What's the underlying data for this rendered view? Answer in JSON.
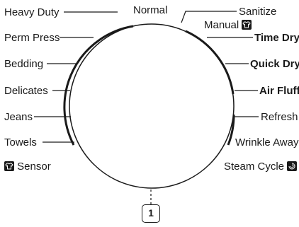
{
  "dial": {
    "center": "Normal",
    "left": [
      "Heavy Duty",
      "Perm Press",
      "Bedding",
      "Delicates",
      "Jeans",
      "Towels"
    ],
    "sensor_label": "Sensor",
    "right_top": "Sanitize",
    "manual_label": "Manual",
    "manual_options": [
      "Time Dry",
      "Quick Dry",
      "Air Fluff"
    ],
    "right_bottom": [
      "Refresh",
      "Wrinkle Away"
    ],
    "steam_label": "Steam Cycle"
  },
  "icons": {
    "sensor": "shirt-icon",
    "manual": "shirt-icon",
    "steam": "steam-swirl-icon"
  },
  "callout": "1"
}
